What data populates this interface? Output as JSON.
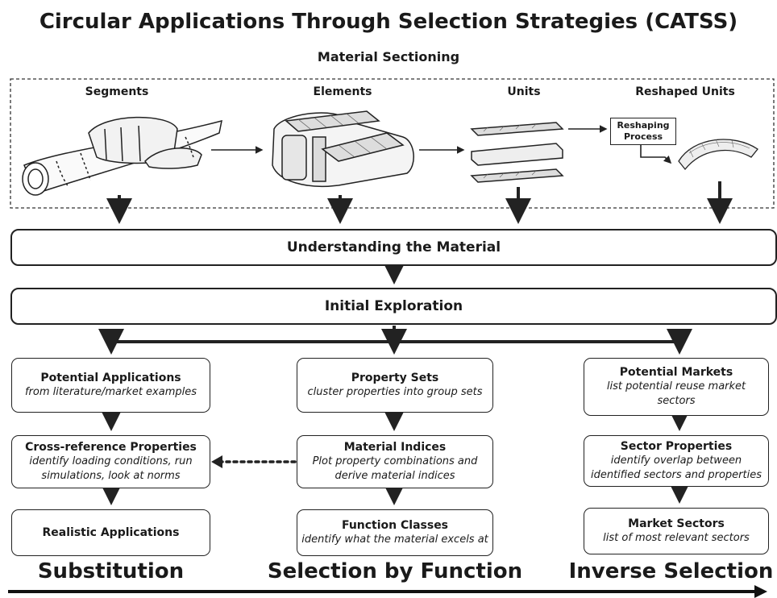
{
  "title": "Circular Applications Through Selection Strategies (CATSS)",
  "subtitle": "Material Sectioning",
  "sectioning": {
    "stages": [
      "Segments",
      "Elements",
      "Units",
      "Reshaped Units"
    ],
    "reshaping_process": "Reshaping Process"
  },
  "flow": {
    "understanding": "Understanding the Material",
    "exploration": "Initial Exploration"
  },
  "columns": [
    {
      "label": "Substitution",
      "boxes": [
        {
          "title": "Potential Applications",
          "desc": "from literature/market examples"
        },
        {
          "title": "Cross-reference Properties",
          "desc": "identify loading conditions, run simulations, look at norms"
        },
        {
          "title": "Realistic Applications",
          "desc": ""
        }
      ]
    },
    {
      "label": "Selection by Function",
      "boxes": [
        {
          "title": "Property Sets",
          "desc": "cluster properties into group sets"
        },
        {
          "title": "Material Indices",
          "desc": "Plot property combinations and derive material indices"
        },
        {
          "title": "Function Classes",
          "desc": "identify what the material excels at"
        }
      ]
    },
    {
      "label": "Inverse Selection",
      "boxes": [
        {
          "title": "Potential Markets",
          "desc": "list potential reuse market sectors"
        },
        {
          "title": "Sector Properties",
          "desc": "identify overlap between identified sectors and properties"
        },
        {
          "title": "Market Sectors",
          "desc": "list of most relevant sectors"
        }
      ]
    }
  ]
}
